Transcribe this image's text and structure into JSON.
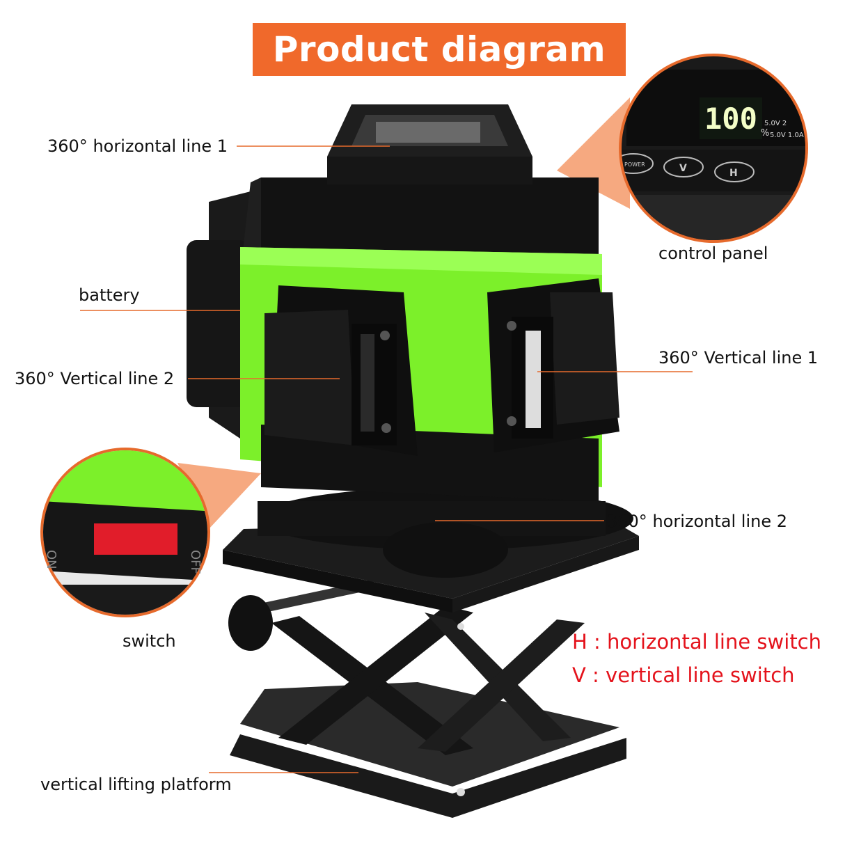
{
  "title": "Product diagram",
  "labels": {
    "h_line_1": "360° horizontal line 1",
    "control_panel": "control panel",
    "battery": "battery",
    "v_line_2": "360° Vertical line 2",
    "v_line_1": "360° Vertical line 1",
    "h_line_2": "360° horizontal line 2",
    "switch": "switch",
    "platform": "vertical lifting platform"
  },
  "legend": {
    "h_switch": "H : horizontal line switch",
    "v_switch": "V : vertical line switch"
  },
  "control_panel_readout": {
    "display": "100",
    "battery_symbol": "%",
    "voltage_1": "5.0V 2",
    "voltage_2": "5.0V 1.0A",
    "button_power": "POWER",
    "button_v": "V",
    "button_h": "H"
  },
  "switch_markings": {
    "on": "ON",
    "off": "OFF"
  },
  "colors": {
    "banner": "#f0692b",
    "laser_green": "#7cf02a",
    "body_black": "#111111",
    "callout_line": "#e66a2c",
    "legend_red": "#e4121b",
    "switch_red": "#e11d2a"
  }
}
